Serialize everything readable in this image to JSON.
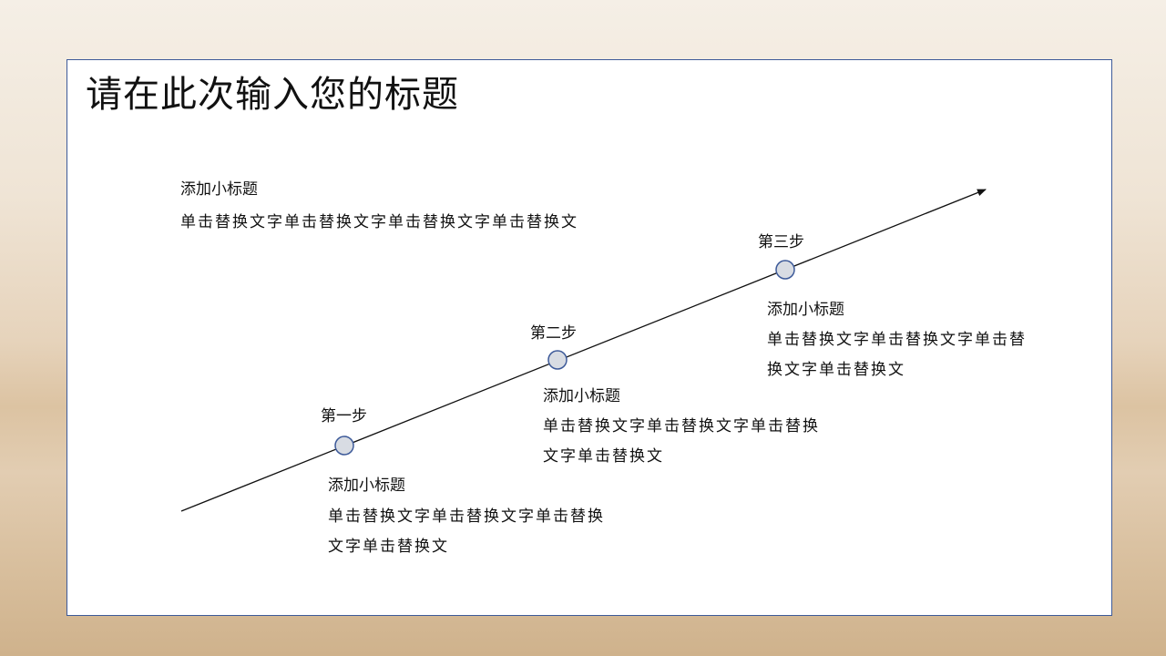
{
  "slide": {
    "title": "请在此次输入您的标题"
  },
  "intro": {
    "subtitle": "添加小标题",
    "body": "单击替换文字单击替换文字单击替换文字单击替换文"
  },
  "steps": [
    {
      "label": "第一步",
      "subtitle": "添加小标题",
      "body": "单击替换文字单击替换文字单击替换\n文字单击替换文"
    },
    {
      "label": "第二步",
      "subtitle": "添加小标题",
      "body": "单击替换文字单击替换文字单击替换\n文字单击替换文"
    },
    {
      "label": "第三步",
      "subtitle": "添加小标题",
      "body": "单击替换文字单击替换文字单击替\n换文字单击替换文"
    }
  ],
  "colors": {
    "frame": "#3d5a99",
    "node_fill": "#d8dce3",
    "text": "#111111"
  }
}
